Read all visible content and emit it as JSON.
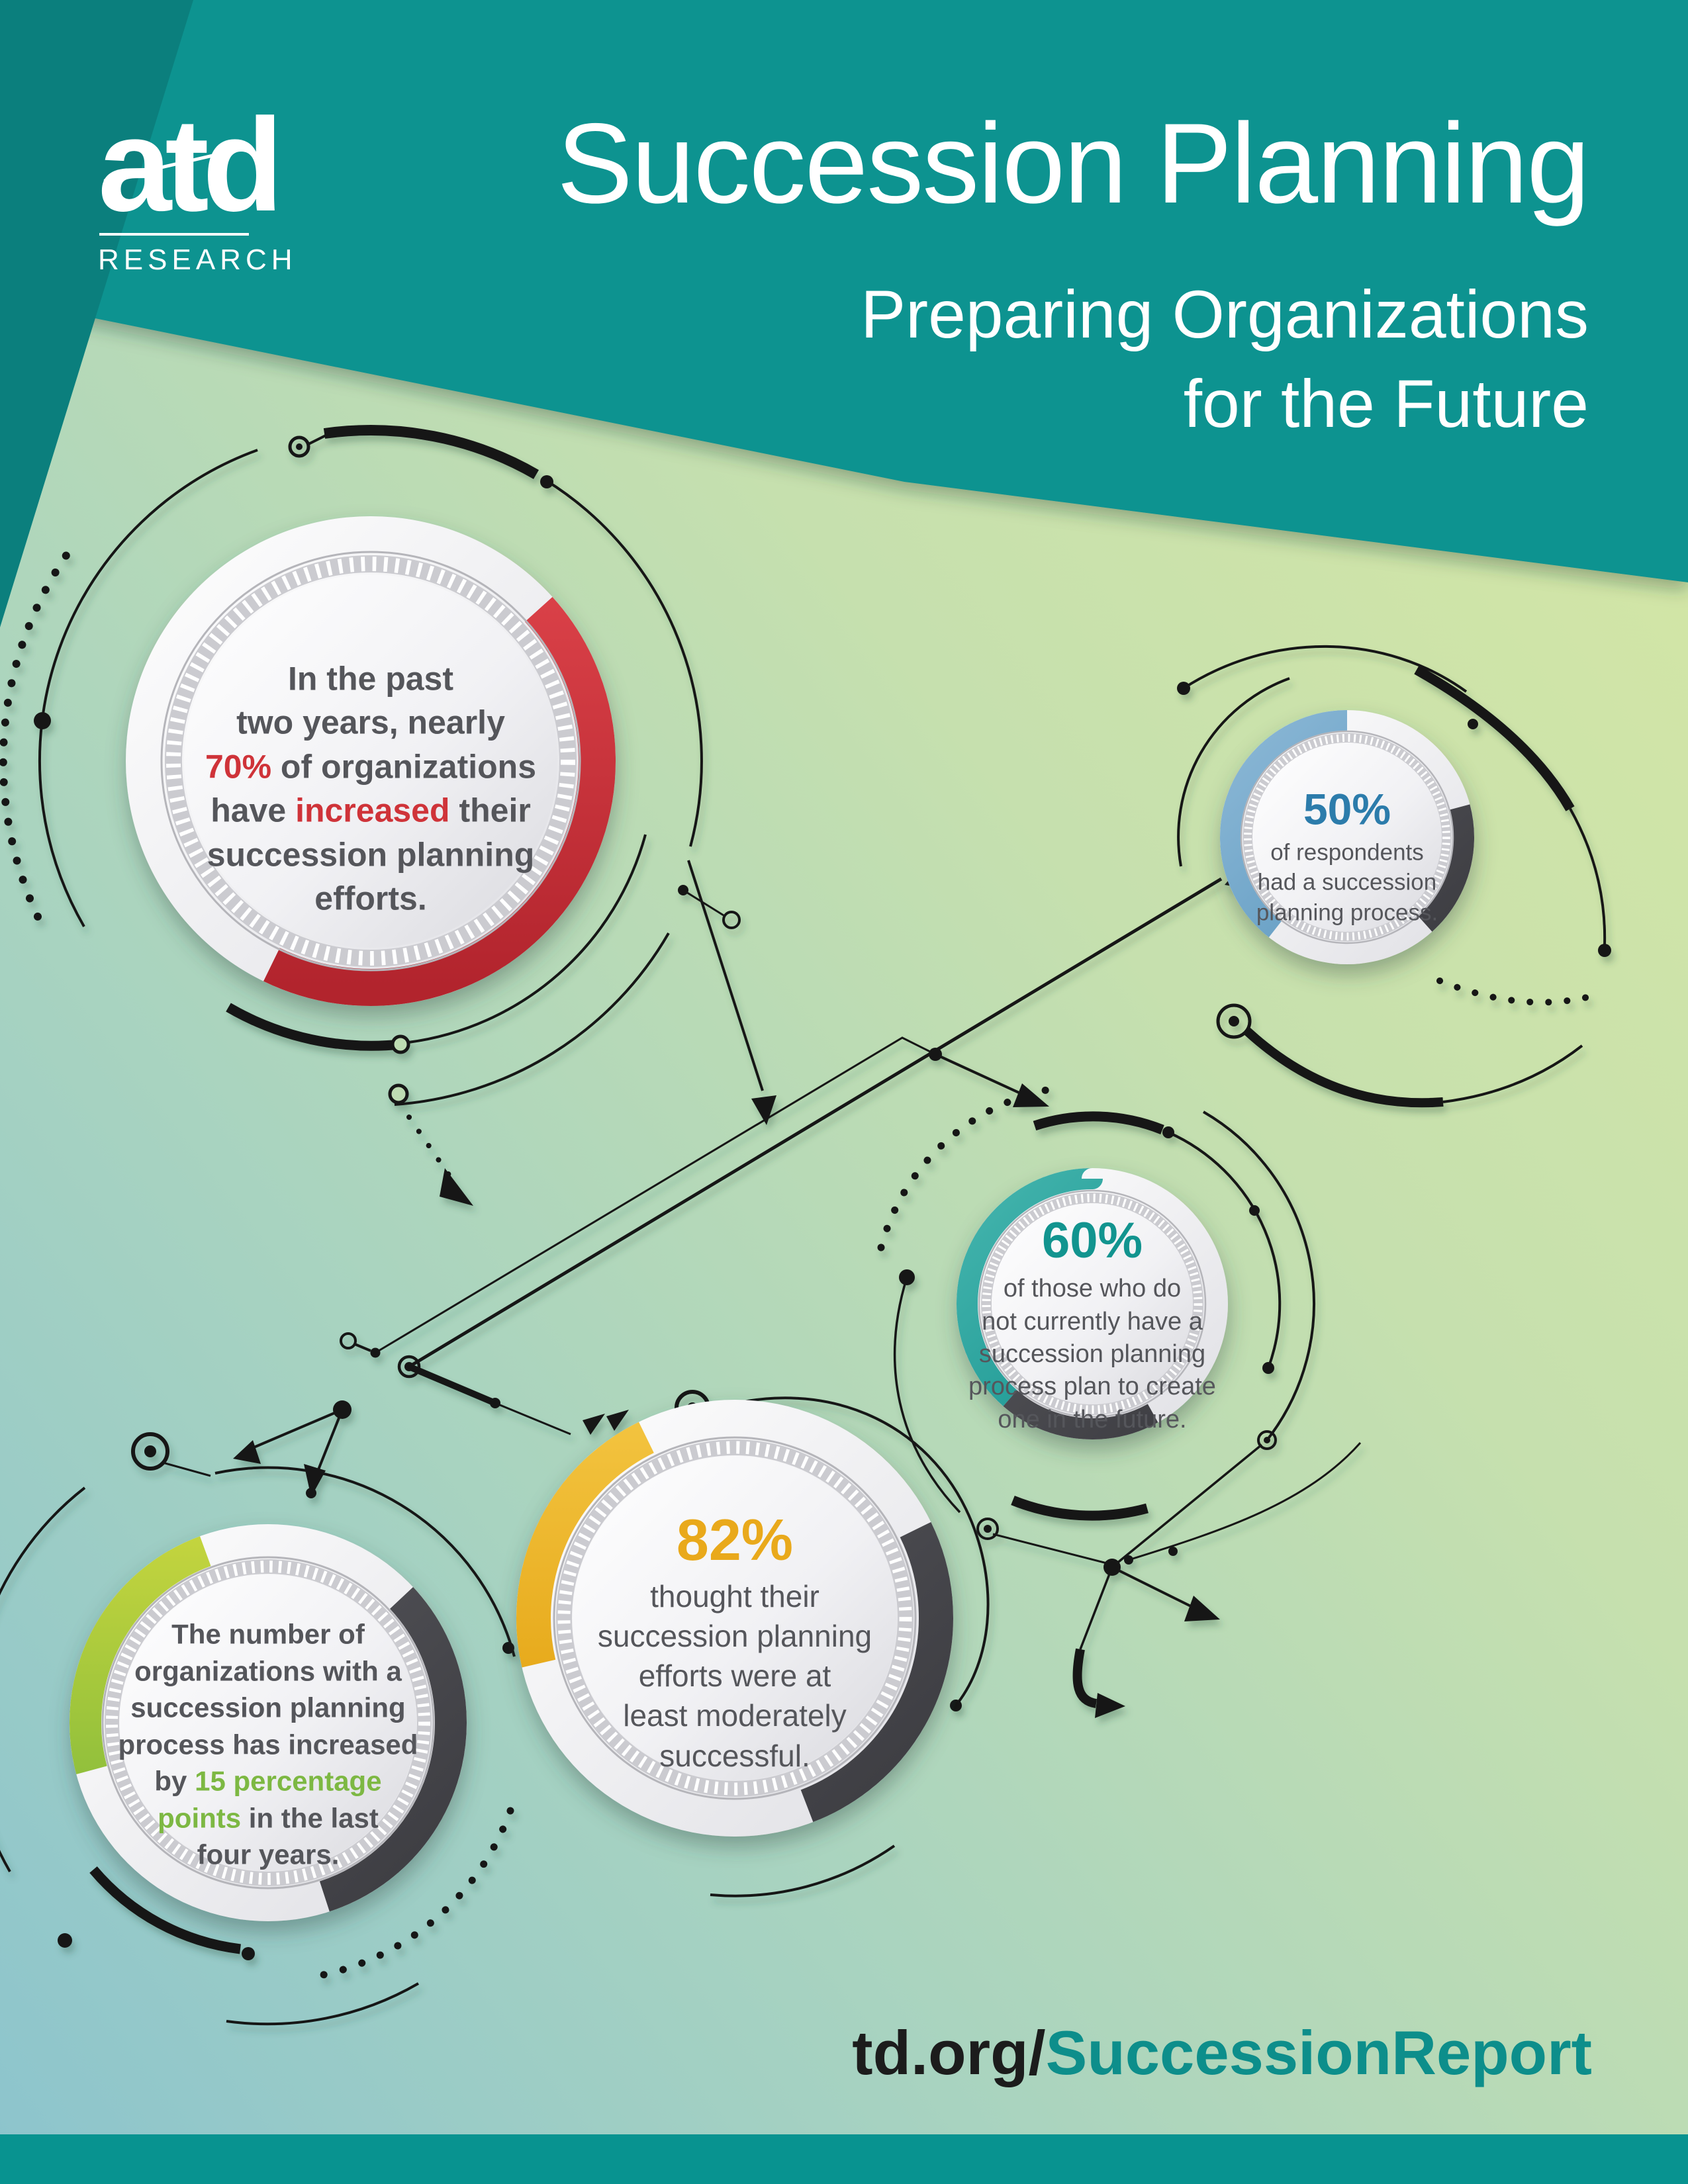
{
  "header": {
    "logo": {
      "text": "atd",
      "sub": "RESEARCH"
    },
    "title": "Succession Planning",
    "subtitle": "Preparing Organizations\nfor the Future"
  },
  "stats": [
    {
      "name": "increased-efforts",
      "parts": {
        "p1": "In the past\ntwo years, nearly\n",
        "hl1": "70%",
        "p2": " of organizations\nhave ",
        "hl2": "increased",
        "p3": " their\nsuccession planning\nefforts."
      }
    },
    {
      "name": "have-process",
      "stat": "50%",
      "body": "of respondents\nhad a succession\nplanning process."
    },
    {
      "name": "plan-to-create",
      "stat": "60%",
      "body": "of those who do\nnot currently have a\nsuccession planning\nprocess plan to create\none in the future."
    },
    {
      "name": "increased-points",
      "parts": {
        "p1": "The number of\norganizations with a\nsuccession planning\nprocess has increased\nby ",
        "hl1": "15 percentage\npoints",
        "p2": " in the last\nfour years."
      }
    },
    {
      "name": "moderately-successful",
      "stat": "82%",
      "body": "thought their\nsuccession planning\nefforts were at\nleast moderately\nsuccessful."
    }
  ],
  "footer": {
    "url_prefix": "td.org/",
    "url_name": "SuccessionReport"
  },
  "colors": {
    "header_teal": "#089390",
    "header_dark_teal": "#0b7f7d",
    "footer_teal": "#089390",
    "accent_red": "#cc3038",
    "accent_blue": "#2c7cab",
    "accent_teal": "#12948f",
    "accent_green": "#7db843",
    "accent_yellow": "#e9a91b",
    "body_text": "#55565b",
    "dark_arc": "#4a4a4f"
  }
}
